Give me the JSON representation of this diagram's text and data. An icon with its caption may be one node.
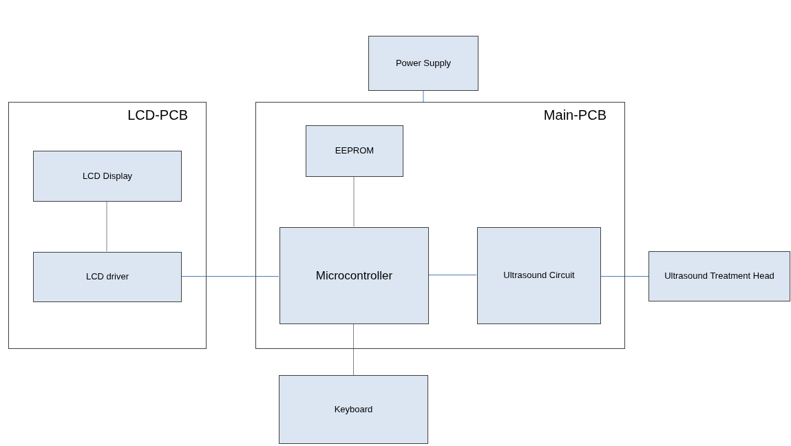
{
  "diagram": {
    "nodes": [
      {
        "text": [
          "Power Supply"
        ]
      },
      {
        "text": [
          "LCD-PCB"
        ]
      },
      {
        "text": [
          "LCD Display"
        ],
        "in": 1
      },
      {
        "text": [
          "LCD driver"
        ],
        "in": 1
      },
      {
        "text": [
          "Main-PCB"
        ]
      },
      {
        "text": [
          "EEPROM"
        ],
        "in": 4
      },
      {
        "text": [
          "Microcontroller"
        ],
        "in": 4
      },
      {
        "text": [
          "Ultrasound Circuit"
        ],
        "in": 4
      },
      {
        "text": [
          "Ultrasound Treatment Head"
        ]
      },
      {
        "text": [
          "Keyboard"
        ]
      }
    ],
    "edges": [
      {
        "from": 0,
        "to": 4,
        "arrow": "none"
      },
      {
        "from": 2,
        "to": 3,
        "arrow": "none",
        "color": "#808080"
      },
      {
        "from": 3,
        "to": 6,
        "arrow": "none"
      },
      {
        "from": 5,
        "to": 6,
        "arrow": "none",
        "color": "#808080"
      },
      {
        "from": 6,
        "to": 7,
        "arrow": "none"
      },
      {
        "from": 7,
        "to": 8,
        "arrow": "none"
      },
      {
        "from": 6,
        "to": 9,
        "arrow": "none",
        "color": "#808080"
      }
    ]
  }
}
